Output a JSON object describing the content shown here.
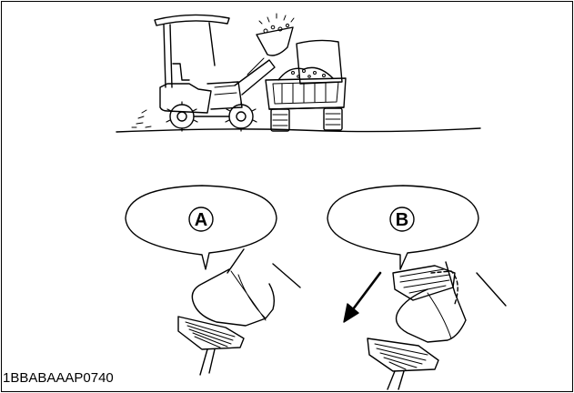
{
  "figure_id": "1BBABAAAP0740",
  "callouts": {
    "left": {
      "label": "A"
    },
    "right": {
      "label": "B"
    }
  },
  "colors": {
    "line": "#000000",
    "background": "#ffffff"
  }
}
